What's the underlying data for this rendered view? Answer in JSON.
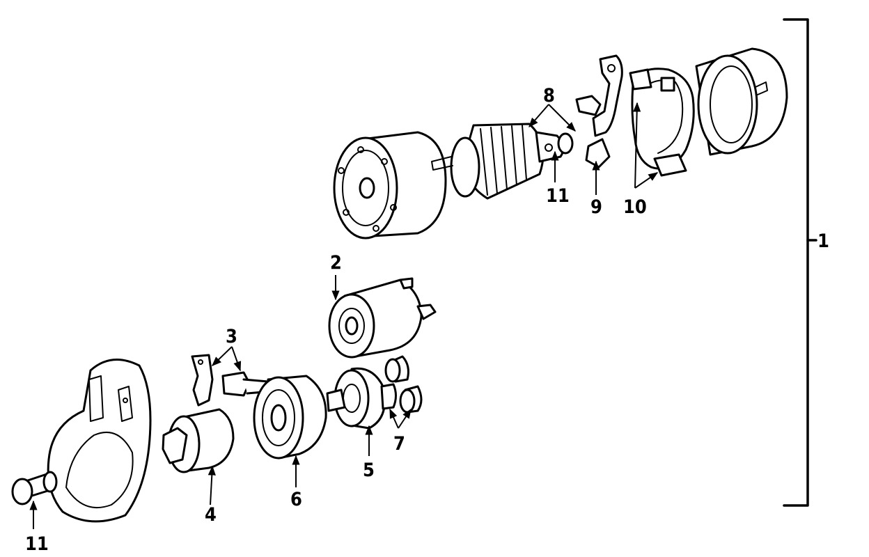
{
  "callouts": {
    "c1": "1",
    "c2": "2",
    "c3": "3",
    "c4": "4",
    "c5": "5",
    "c6": "6",
    "c7": "7",
    "c8": "8",
    "c9": "9",
    "c10": "10",
    "c11_top": "11",
    "c11_bottom": "11"
  }
}
